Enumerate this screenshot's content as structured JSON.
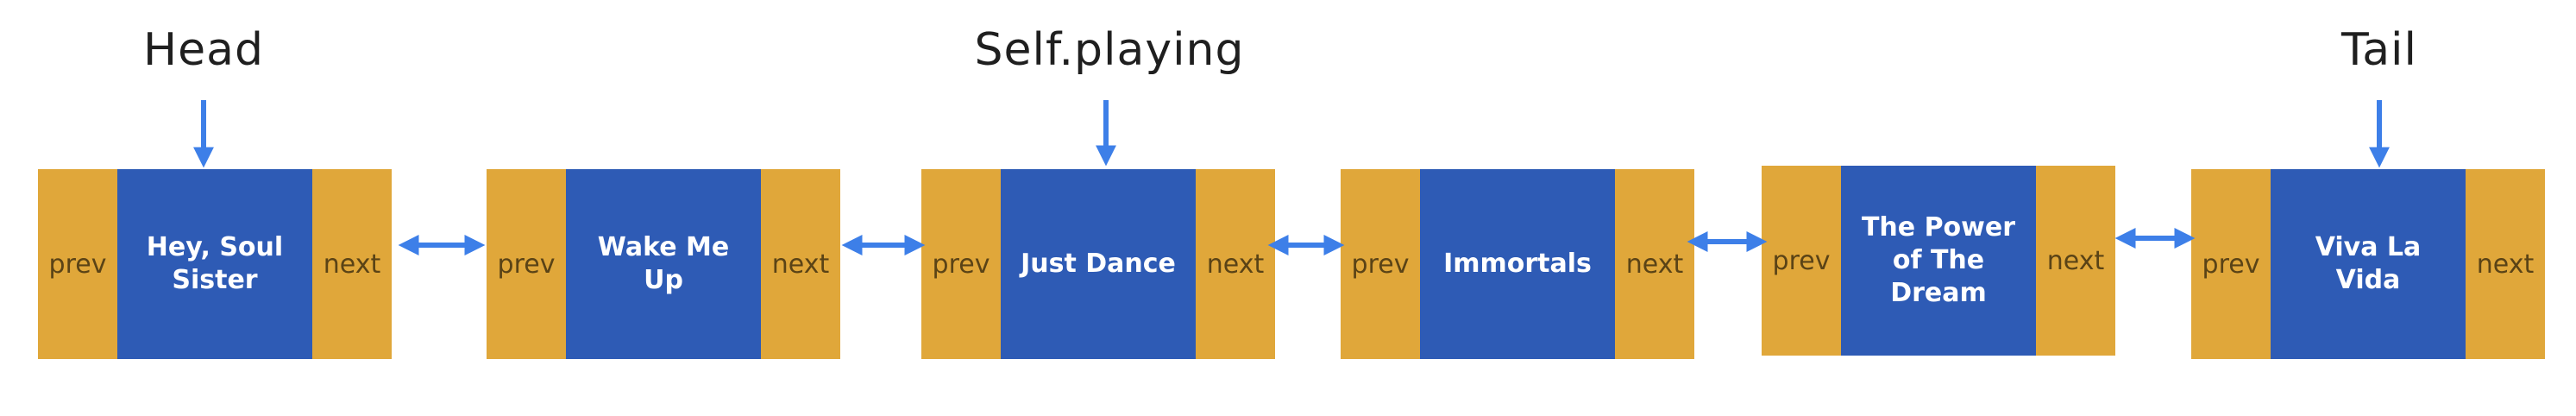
{
  "diagram": {
    "pointers": [
      {
        "label": "Head"
      },
      {
        "label": "Self.playing"
      },
      {
        "label": "Tail"
      }
    ],
    "nodes": [
      {
        "prev": "prev",
        "song": "Hey, Soul Sister",
        "next": "next"
      },
      {
        "prev": "prev",
        "song": "Wake Me Up",
        "next": "next"
      },
      {
        "prev": "prev",
        "song": "Just Dance",
        "next": "next"
      },
      {
        "prev": "prev",
        "song": "Immortals",
        "next": "next"
      },
      {
        "prev": "prev",
        "song": "The Power of The Dream",
        "next": "next"
      },
      {
        "prev": "prev",
        "song": "Viva La Vida",
        "next": "next"
      }
    ],
    "colors": {
      "pointer_field": "#e0a73a",
      "data_field": "#2e5bb5",
      "arrow": "#3d7fe8"
    }
  }
}
